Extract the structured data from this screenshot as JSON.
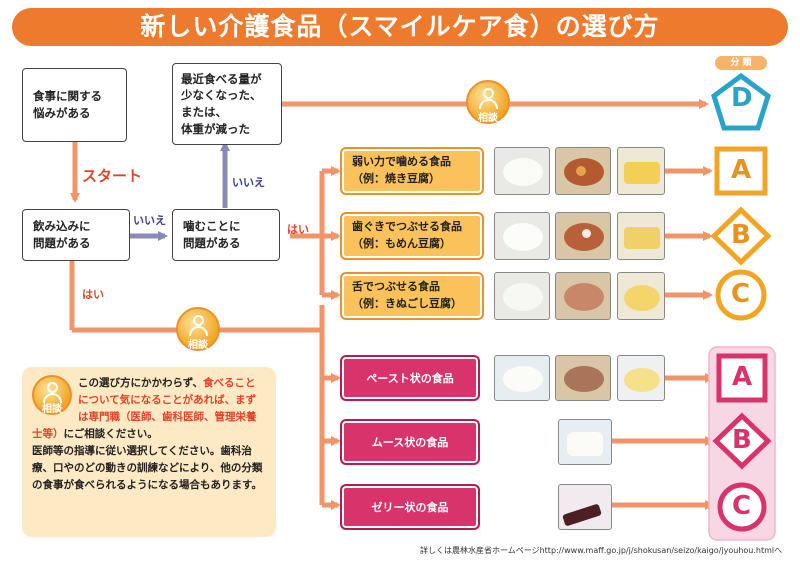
{
  "title": "新しい介護食品（スマイルケア食）の選び方",
  "classification_label": "分 類",
  "boxes": {
    "concern": [
      "食事に関する",
      "悩みがある"
    ],
    "appetite": [
      "最近食べる量が",
      "少なくなった、",
      "または、",
      "体重が減った"
    ],
    "swallow": [
      "飲み込みに",
      "問題がある"
    ],
    "chew": [
      "噛むことに",
      "問題がある"
    ]
  },
  "labels": {
    "start": "スタート",
    "no1": "いいえ",
    "no2": "いいえ",
    "yes_chew": "はい",
    "yes_swallow": "はい",
    "consult": "相談"
  },
  "foods_chew": [
    {
      "line1": "弱い力で噛める食品",
      "line2": "（例：焼き豆腐）",
      "grade": "A"
    },
    {
      "line1": "歯ぐきでつぶせる食品",
      "line2": "（例：もめん豆腐）",
      "grade": "B"
    },
    {
      "line1": "舌でつぶせる食品",
      "line2": "（例：きぬごし豆腐）",
      "grade": "C"
    }
  ],
  "foods_swallow": [
    {
      "label": "ペースト状の食品",
      "grade": "A"
    },
    {
      "label": "ムース状の食品",
      "grade": "B"
    },
    {
      "label": "ゼリー状の食品",
      "grade": "C"
    }
  ],
  "grade_d": "D",
  "note": {
    "part1": "この選び方にかかわらず、",
    "part2": "食べることについて気になることがあれば、まずは専門職（医師、歯科医師、管理栄養士等）",
    "part3": "にご相談ください。",
    "part4": "医師等の指導に従い選択してください。歯科治療、口やのどの動きの訓練などにより、他の分類の食事が食べられるようになる場合もあります。"
  },
  "footer": "詳しくは農林水産省ホームページhttp://www.maff.go.jp/j/shokusan/seizo/kaigo/jyouhou.htmlへ",
  "colors": {
    "title_bg": "#ee7a2d",
    "arrow_orange": "#f0956a",
    "arrow_blue": "#8a8ab8",
    "grade_yellow": "#f2a523",
    "grade_pink": "#d8336b",
    "grade_blue": "#2aa3c9"
  }
}
